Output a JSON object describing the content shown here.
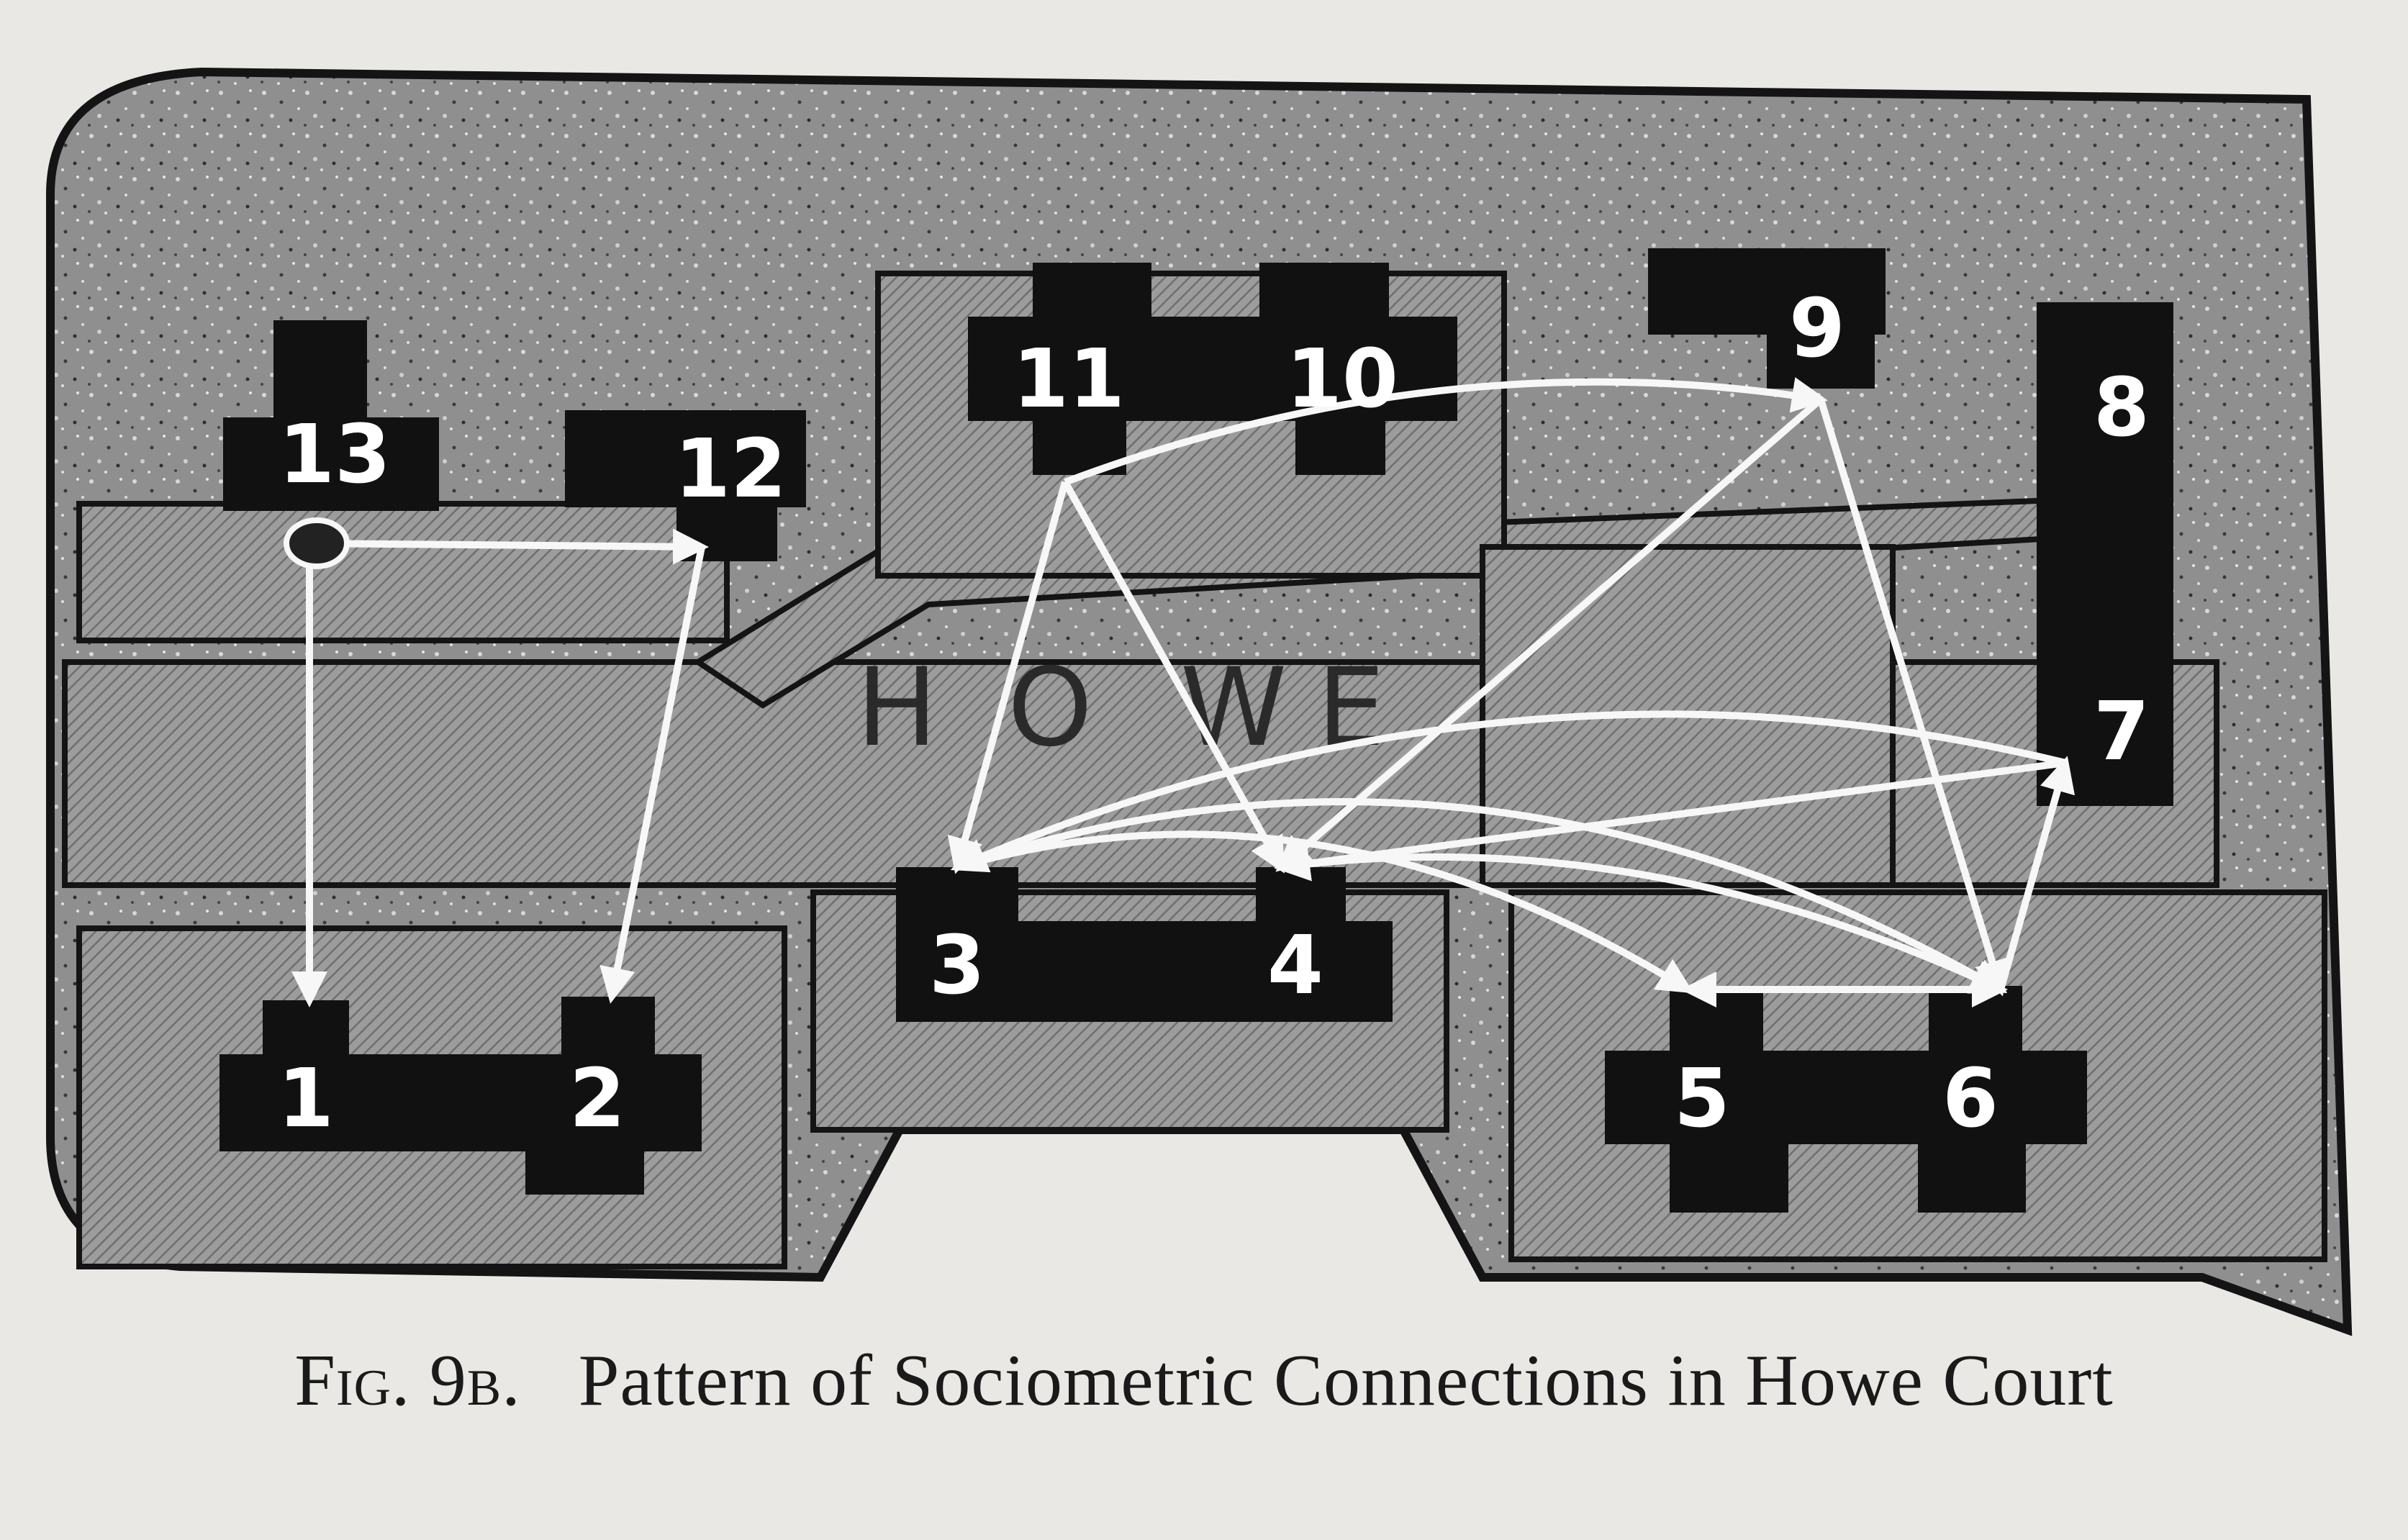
{
  "caption": {
    "prefix": "Fig. 9b.",
    "text": "Pattern of Sociometric Connections in Howe Court"
  },
  "street_name": "HOWE",
  "colors": {
    "background": "#e9e8e4",
    "court_fill": "#8f8f8f",
    "outline": "#141414",
    "house": "#111111",
    "arrow": "#f7f7f7"
  },
  "units": [
    {
      "id": "1",
      "label": "1"
    },
    {
      "id": "2",
      "label": "2"
    },
    {
      "id": "3",
      "label": "3"
    },
    {
      "id": "4",
      "label": "4"
    },
    {
      "id": "5",
      "label": "5"
    },
    {
      "id": "6",
      "label": "6"
    },
    {
      "id": "7",
      "label": "7"
    },
    {
      "id": "8",
      "label": "8"
    },
    {
      "id": "9",
      "label": "9"
    },
    {
      "id": "10",
      "label": "10"
    },
    {
      "id": "11",
      "label": "11"
    },
    {
      "id": "12",
      "label": "12"
    },
    {
      "id": "13",
      "label": "13"
    }
  ],
  "connections": [
    {
      "from": "13",
      "to": "12",
      "bidirectional": true
    },
    {
      "from": "13",
      "to": "1",
      "bidirectional": false
    },
    {
      "from": "12",
      "to": "2",
      "bidirectional": false
    },
    {
      "from": "11",
      "to": "9",
      "bidirectional": false
    },
    {
      "from": "11",
      "to": "3",
      "bidirectional": false
    },
    {
      "from": "11",
      "to": "4",
      "bidirectional": false
    },
    {
      "from": "9",
      "to": "4",
      "bidirectional": false
    },
    {
      "from": "9",
      "to": "6",
      "bidirectional": false
    },
    {
      "from": "7",
      "to": "3",
      "bidirectional": false
    },
    {
      "from": "7",
      "to": "4",
      "bidirectional": false
    },
    {
      "from": "6",
      "to": "7",
      "bidirectional": false
    },
    {
      "from": "3",
      "to": "5",
      "bidirectional": false
    },
    {
      "from": "3",
      "to": "6",
      "bidirectional": false
    },
    {
      "from": "4",
      "to": "6",
      "bidirectional": false
    },
    {
      "from": "5",
      "to": "6",
      "bidirectional": true
    }
  ]
}
